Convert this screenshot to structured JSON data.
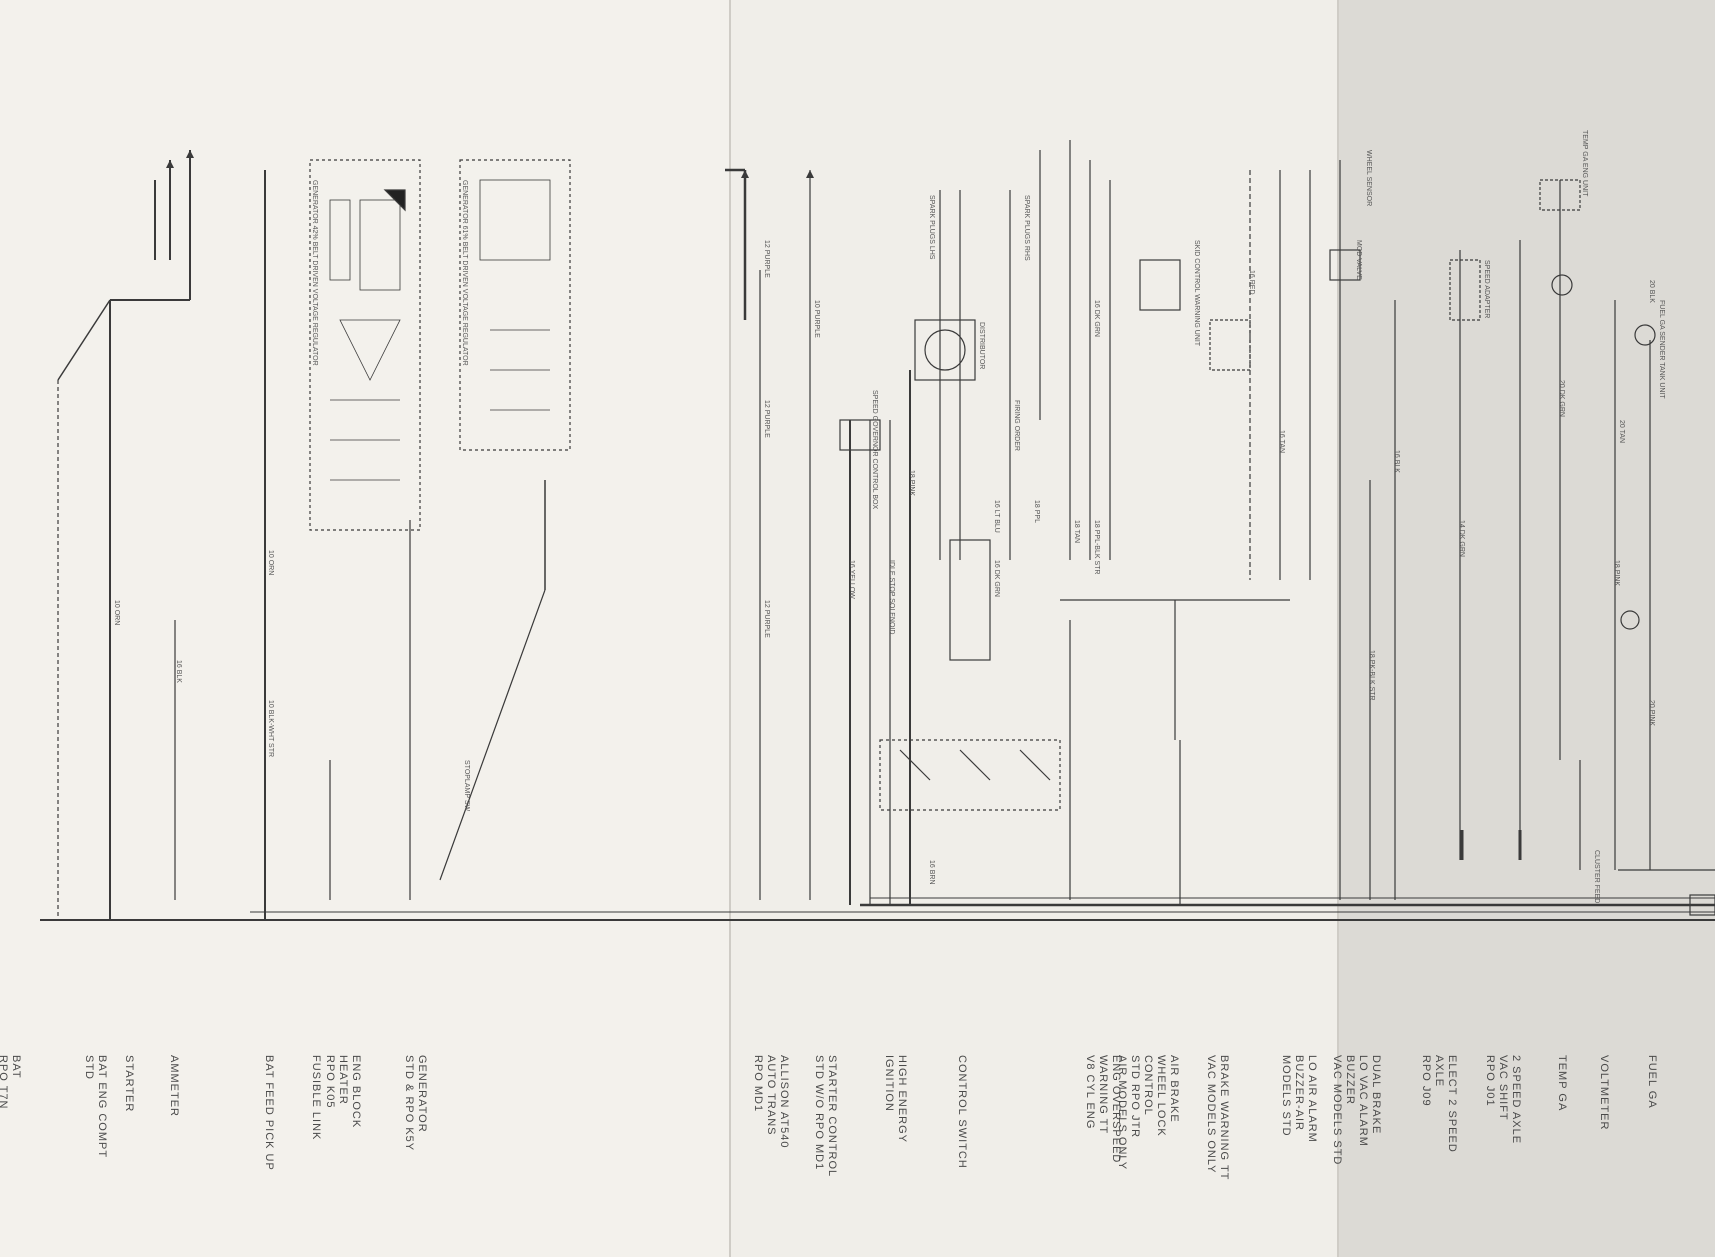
{
  "diagram": {
    "circuit_labels": [
      {
        "id": "bat",
        "text": "BAT\nRPO T7N"
      },
      {
        "id": "bat-eng-compt",
        "text": "BAT ENG COMPT\nSTD"
      },
      {
        "id": "starter",
        "text": "STARTER"
      },
      {
        "id": "ammeter",
        "text": "AMMETER"
      },
      {
        "id": "bat-feed-pick-up",
        "text": "BAT FEED PICK UP"
      },
      {
        "id": "fusible-link",
        "text": "FUSIBLE LINK"
      },
      {
        "id": "eng-block-heater",
        "text": "ENG BLOCK\nHEATER\nRPO K05"
      },
      {
        "id": "generator",
        "text": "GENERATOR\nSTD & RPO K5Y"
      },
      {
        "id": "allison",
        "text": "ALLISON AT540\nAUTO TRANS\nRPO MD1"
      },
      {
        "id": "starter-control",
        "text": "STARTER CONTROL\nSTD W/O RPO MD1"
      },
      {
        "id": "high-energy-ignition",
        "text": "HIGH ENERGY\nIGNITION"
      },
      {
        "id": "control-switch",
        "text": "CONTROL SWITCH"
      },
      {
        "id": "eng-overspeed",
        "text": "ENG OVERSPEED\nWARNING TT\nV8 CYL ENG"
      },
      {
        "id": "air-brake-wheel-lock",
        "text": "AIR BRAKE\nWHEEL LOCK\nCONTROL\nSTD RPO JTR\nAIR MODELS ONLY"
      },
      {
        "id": "brake-warning",
        "text": "BRAKE WARNING TT\nVAC MODELS ONLY"
      },
      {
        "id": "lo-air-alarm",
        "text": "LO AIR ALARM\nBUZZER-AIR\nMODELS STD"
      },
      {
        "id": "dual-brake",
        "text": "DUAL BRAKE\nLO VAC ALARM\nBUZZER\nVAC MODELS STD"
      },
      {
        "id": "elect-2-speed",
        "text": "ELECT 2 SPEED\nAXLE\nRPO J09"
      },
      {
        "id": "2-speed-axle-vac",
        "text": "2 SPEED AXLE\nVAC SHIFT\nRPO J01"
      },
      {
        "id": "temp-ga",
        "text": "TEMP GA"
      },
      {
        "id": "voltmeter",
        "text": "VOLTMETER"
      },
      {
        "id": "fuel-ga",
        "text": "FUEL GA"
      }
    ],
    "wire_labels": [
      {
        "id": "w1",
        "text": "10 ORN"
      },
      {
        "id": "w2",
        "text": "16 BLK"
      },
      {
        "id": "w3",
        "text": "10 BLK-WHT STR"
      },
      {
        "id": "w4",
        "text": "10 ORN"
      },
      {
        "id": "w5",
        "text": "12 PURPLE"
      },
      {
        "id": "w6",
        "text": "12 PURPLE"
      },
      {
        "id": "w7",
        "text": "12 PURPLE"
      },
      {
        "id": "w8",
        "text": "16 YELLOW"
      },
      {
        "id": "w9",
        "text": "10 PURPLE"
      },
      {
        "id": "w10",
        "text": "18 PINK"
      },
      {
        "id": "w11",
        "text": "16 DK GRN"
      },
      {
        "id": "w12",
        "text": "16 LT BLU"
      },
      {
        "id": "w13",
        "text": "16 BRN"
      },
      {
        "id": "w14",
        "text": "18 PPL"
      },
      {
        "id": "w15",
        "text": "18 TAN"
      },
      {
        "id": "w16",
        "text": "18 PPL-BLK STR"
      },
      {
        "id": "w17",
        "text": "16 DK GRN"
      },
      {
        "id": "w18",
        "text": "16 RED"
      },
      {
        "id": "w19",
        "text": "16 TAN"
      },
      {
        "id": "w20",
        "text": "18 PK-BLK STR"
      },
      {
        "id": "w21",
        "text": "14 DK GRN"
      },
      {
        "id": "w22",
        "text": "16 BLK"
      },
      {
        "id": "w23",
        "text": "20 DK GRN"
      },
      {
        "id": "w24",
        "text": "20 TAN"
      },
      {
        "id": "w25",
        "text": "18 PINK"
      },
      {
        "id": "w26",
        "text": "20 PINK"
      },
      {
        "id": "w27",
        "text": "20 BLK"
      }
    ],
    "box_labels": [
      {
        "id": "b1",
        "text": "GENERATOR 42% BELT DRIVEN VOLTAGE REGULATOR"
      },
      {
        "id": "b2",
        "text": "GENERATOR 61% BELT DRIVEN VOLTAGE REGULATOR"
      },
      {
        "id": "b3",
        "text": "SPARK PLUGS LHS"
      },
      {
        "id": "b4",
        "text": "SPARK PLUGS RHS"
      },
      {
        "id": "b5",
        "text": "DISTRIBUTOR"
      },
      {
        "id": "b6",
        "text": "SPEED GOVERNOR CONTROL BOX"
      },
      {
        "id": "b7",
        "text": "IDLE STOP SOLENOID"
      },
      {
        "id": "b8",
        "text": "FIRING ORDER"
      },
      {
        "id": "b9",
        "text": "WHEEL SENSOR"
      },
      {
        "id": "b10",
        "text": "MOD VALVE"
      },
      {
        "id": "b11",
        "text": "SKID CONTROL WARNING UNIT"
      },
      {
        "id": "b12",
        "text": "SPEED ADAPTER"
      },
      {
        "id": "b13",
        "text": "TEMP GA ENG UNIT"
      },
      {
        "id": "b14",
        "text": "FUEL GA SENDER TANK UNIT"
      },
      {
        "id": "b15",
        "text": "CLUSTER FEED"
      },
      {
        "id": "b16",
        "text": "STOPLAMP SW"
      }
    ],
    "colors": {
      "paper": "#f3f1ec",
      "paper_shadow": "#dcdad5",
      "ink": "#3a3a3a",
      "ink_light": "#8a8a8a"
    }
  }
}
